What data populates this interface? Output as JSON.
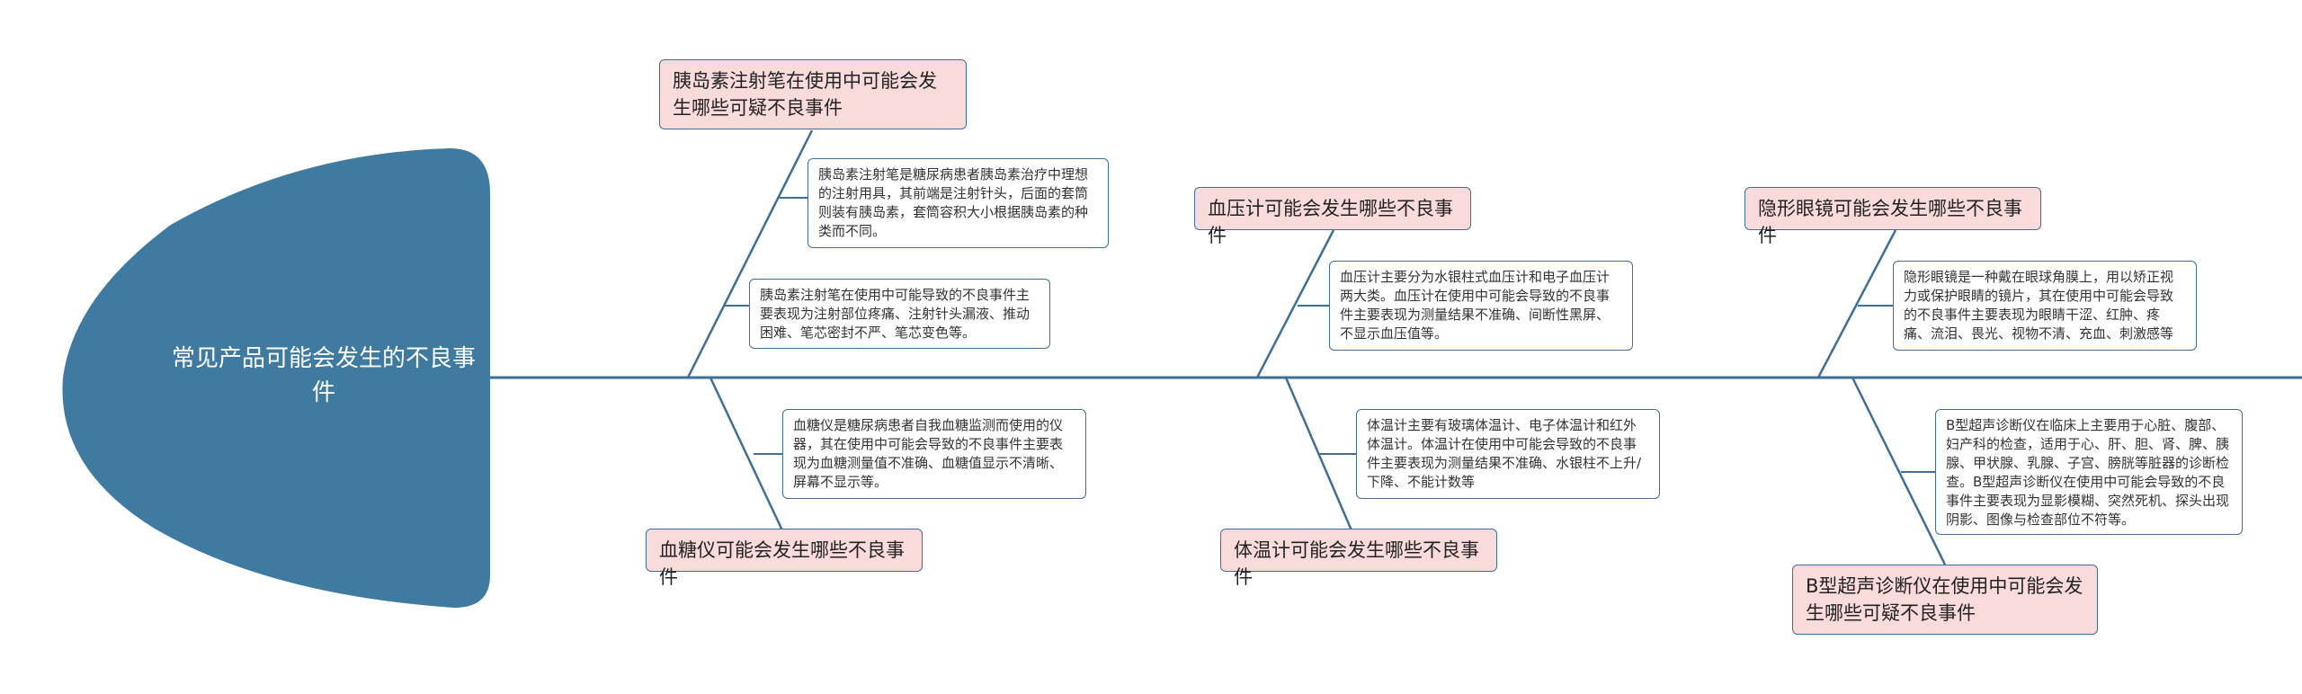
{
  "central_topic": "常见产品可能会发生的不良事件",
  "colors": {
    "head": "#3f7ba0",
    "spine": "#3f6f96",
    "topic_fill": "#fadbdc",
    "note_fill": "#ffffff"
  },
  "branches": [
    {
      "topic": "胰岛素注射笔在使用中可能会发生哪些可疑不良事件",
      "notes": [
        "胰岛素注射笔是糖尿病患者胰岛素治疗中理想的注射用具，其前端是注射针头，后面的套筒则装有胰岛素，套筒容积大小根据胰岛素的种类而不同。",
        "胰岛素注射笔在使用中可能导致的不良事件主要表现为注射部位疼痛、注射针头漏液、推动困难、笔芯密封不严、笔芯变色等。"
      ]
    },
    {
      "topic": "血糖仪可能会发生哪些不良事件",
      "notes": [
        "血糖仪是糖尿病患者自我血糖监测而使用的仪器，其在使用中可能会导致的不良事件主要表现为血糖测量值不准确、血糖值显示不清晰、屏幕不显示等。"
      ]
    },
    {
      "topic": "血压计可能会发生哪些不良事件",
      "notes": [
        "血压计主要分为水银柱式血压计和电子血压计两大类。血压计在使用中可能会导致的不良事件主要表现为测量结果不准确、间断性黑屏、不显示血压值等。"
      ]
    },
    {
      "topic": "体温计可能会发生哪些不良事件",
      "notes": [
        "体温计主要有玻璃体温计、电子体温计和红外体温计。体温计在使用中可能会导致的不良事件主要表现为测量结果不准确、水银柱不上升/下降、不能计数等"
      ]
    },
    {
      "topic": "隐形眼镜可能会发生哪些不良事件",
      "notes": [
        "隐形眼镜是一种戴在眼球角膜上，用以矫正视力或保护眼睛的镜片，其在使用中可能会导致的不良事件主要表现为眼睛干涩、红肿、疼痛、流泪、畏光、视物不清、充血、刺激感等"
      ]
    },
    {
      "topic": "B型超声诊断仪在使用中可能会发生哪些可疑不良事件",
      "notes": [
        "B型超声诊断仪在临床上主要用于心脏、腹部、妇产科的检查，适用于心、肝、胆、肾、脾、胰腺、甲状腺、乳腺、子宫、膀胱等脏器的诊断检查。B型超声诊断仪在使用中可能会导致的不良事件主要表现为显影模糊、突然死机、探头出现阴影、图像与检查部位不符等。"
      ]
    }
  ]
}
